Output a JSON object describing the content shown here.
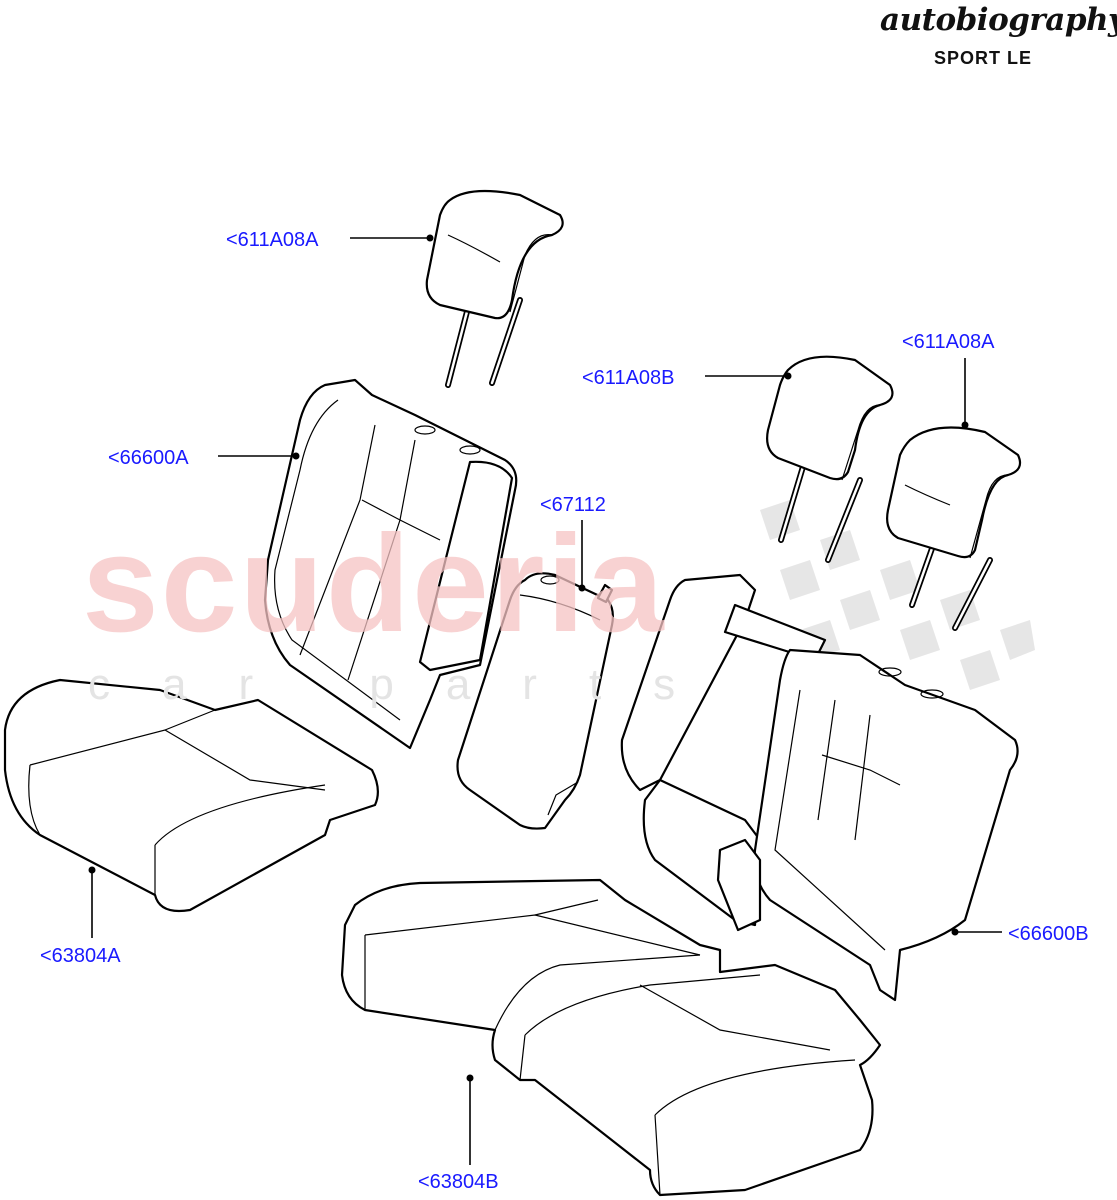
{
  "header": {
    "brand_script": "autobiography",
    "brand_sub": "SPORT LE"
  },
  "watermark": {
    "main": "scuderia",
    "sub": "car parts",
    "color": "#f6c4c4"
  },
  "callouts": {
    "headrest_front": "<611A08A",
    "headrest_rear_left": "<611A08B",
    "headrest_rear_right": "<611A08A",
    "seat_back_left": "<66600A",
    "armrest": "<67112",
    "seat_back_right": "<66600B",
    "cushion_left": "<63804A",
    "cushion_right": "<63804B"
  },
  "colors": {
    "callout_text": "#1a1aff",
    "line_art": "#000000"
  }
}
